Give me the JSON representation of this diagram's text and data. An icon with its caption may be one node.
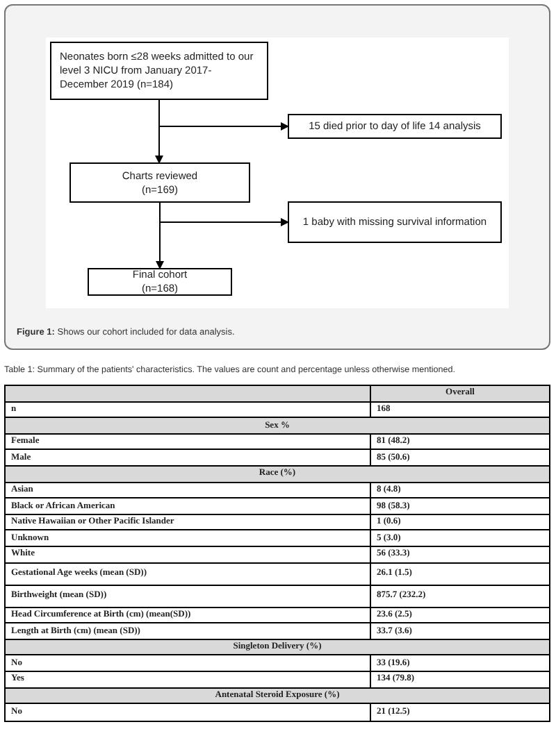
{
  "diagram": {
    "caption": "**Figure 1:** Shows our cohort included for data analysis.",
    "nodes": [
      {
        "text": [
          "Neonates born ≤28 weeks admitted to our level 3 NICU from January 2017- December 2019 (n=184)"
        ]
      },
      {
        "text": [
          "15 died prior to day of life 14 analysis"
        ]
      },
      {
        "text": [
          "Charts reviewed",
          "(n=169)"
        ]
      },
      {
        "text": [
          "1 baby with missing survival information"
        ]
      },
      {
        "text": [
          "Final cohort",
          "(n=168)"
        ]
      }
    ],
    "edges": [
      {
        "from": 0,
        "to": 2,
        "arrow": "to"
      },
      {
        "from": 0,
        "to": 1,
        "arrow": "to"
      },
      {
        "from": 2,
        "to": 4,
        "arrow": "to"
      },
      {
        "from": 2,
        "to": 3,
        "arrow": "to"
      }
    ],
    "labels": [
      "Table 1: Summary of the patients' characteristics. The values are count and percentage unless otherwise mentioned.",
      "Overall",
      "n",
      "168",
      "Sex %",
      "Female",
      "81 (48.2)",
      "Male",
      "85 (50.6)",
      "Race (%)",
      "Asian",
      "8 (4.8)",
      "Black or African American",
      "98 (58.3)",
      "Native Hawaiian or Other Pacific Islander",
      "1 (0.6)",
      "Unknown",
      "5 (3.0)",
      "White",
      "56 (33.3)",
      "Gestational Age weeks (mean (SD))",
      "26.1 (1.5)",
      "Birthweight (mean (SD))",
      "875.7 (232.2)",
      "Head Circumference at Birth (cm) (mean(SD))",
      "23.6 (2.5)",
      "Length at Birth (cm) (mean (SD))",
      "33.7 (3.6)",
      "Singleton Delivery (%)",
      "No",
      "33 (19.6)",
      "Yes",
      "134 (79.8)",
      "Antenatal Steroid Exposure (%)",
      "No",
      "21 (12.5)"
    ]
  }
}
